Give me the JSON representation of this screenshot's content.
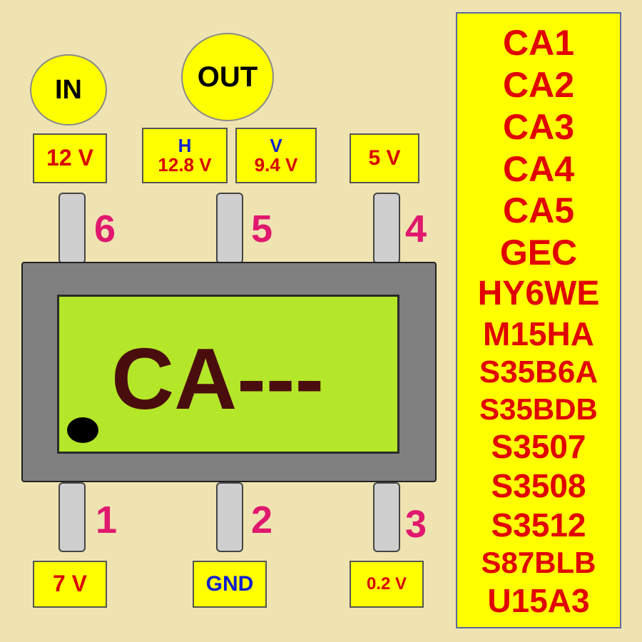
{
  "in_label": "IN",
  "out_label": "OUT",
  "voltages": {
    "pin6": "12 V",
    "pin5_h_label": "H",
    "pin5_h_value": "12.8 V",
    "pin5_v_label": "V",
    "pin5_v_value": "9.4 V",
    "pin4": "5 V",
    "pin1": "7 V",
    "pin2": "GND",
    "pin3": "0.2 V"
  },
  "pins": {
    "p1": "1",
    "p2": "2",
    "p3": "3",
    "p4": "4",
    "p5": "5",
    "p6": "6"
  },
  "chip_marking": "CA---",
  "codes": [
    "CA1",
    "CA2",
    "CA3",
    "CA4",
    "CA5",
    "GEC",
    "HY6WE",
    "M15HA",
    "S35B6A",
    "S35BDB",
    "S3507",
    "S3508",
    "S3512",
    "S87BLB",
    "U15A3"
  ],
  "colors": {
    "background": "#efe3b2",
    "label_yellow": "#ffff00",
    "value_red": "#d80000",
    "value_blue": "#1020d0",
    "pin_number_pink": "#e0186e",
    "chip_body": "#808080",
    "chip_face": "#b4e629",
    "marking": "#4a0d0d"
  }
}
